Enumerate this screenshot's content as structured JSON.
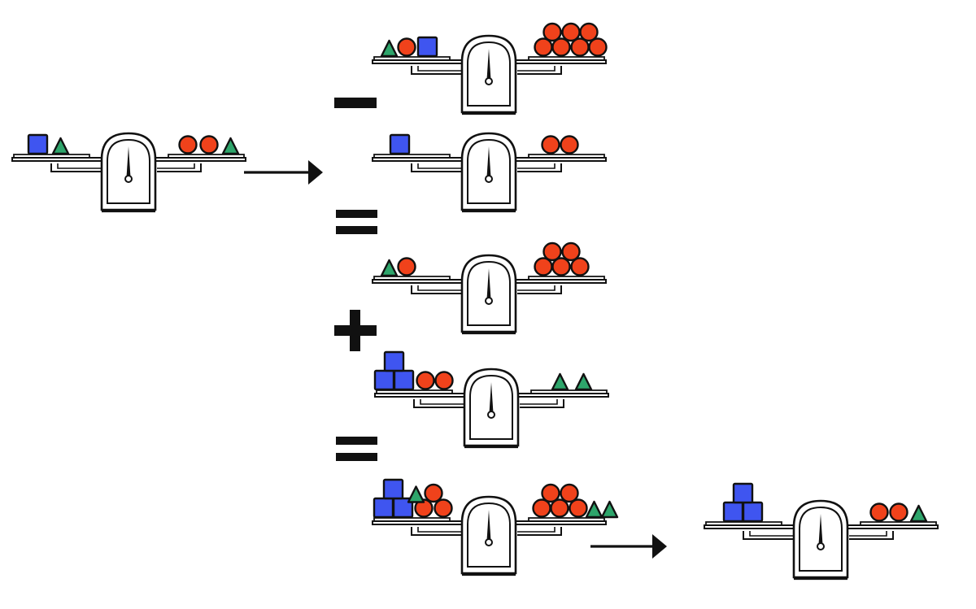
{
  "colors": {
    "square": "#3f55f0",
    "circle": "#f0421b",
    "triangle": "#2ea56b",
    "outline": "#111111",
    "background": "#ffffff"
  },
  "operators": [
    "minus",
    "equals",
    "plus",
    "equals"
  ],
  "arrows": [
    "arrow-to-steps",
    "arrow-to-result"
  ],
  "scales": [
    {
      "name": "scale-start",
      "left": {
        "squares": 1,
        "circles": 0,
        "triangles": 1
      },
      "right": {
        "squares": 0,
        "circles": 2,
        "triangles": 1
      }
    },
    {
      "name": "scale-step-1",
      "left": {
        "squares": 1,
        "circles": 1,
        "triangles": 1
      },
      "right": {
        "squares": 0,
        "circles": 7,
        "triangles": 0
      }
    },
    {
      "name": "scale-step-2",
      "left": {
        "squares": 1,
        "circles": 0,
        "triangles": 0
      },
      "right": {
        "squares": 0,
        "circles": 2,
        "triangles": 0
      }
    },
    {
      "name": "scale-step-3",
      "left": {
        "squares": 0,
        "circles": 1,
        "triangles": 1
      },
      "right": {
        "squares": 0,
        "circles": 5,
        "triangles": 0
      }
    },
    {
      "name": "scale-step-4",
      "left": {
        "squares": 3,
        "circles": 2,
        "triangles": 0
      },
      "right": {
        "squares": 0,
        "circles": 0,
        "triangles": 2
      }
    },
    {
      "name": "scale-step-5",
      "left": {
        "squares": 3,
        "circles": 3,
        "triangles": 1
      },
      "right": {
        "squares": 0,
        "circles": 5,
        "triangles": 2
      }
    },
    {
      "name": "scale-result",
      "left": {
        "squares": 3,
        "circles": 0,
        "triangles": 0
      },
      "right": {
        "squares": 0,
        "circles": 2,
        "triangles": 1
      }
    }
  ]
}
